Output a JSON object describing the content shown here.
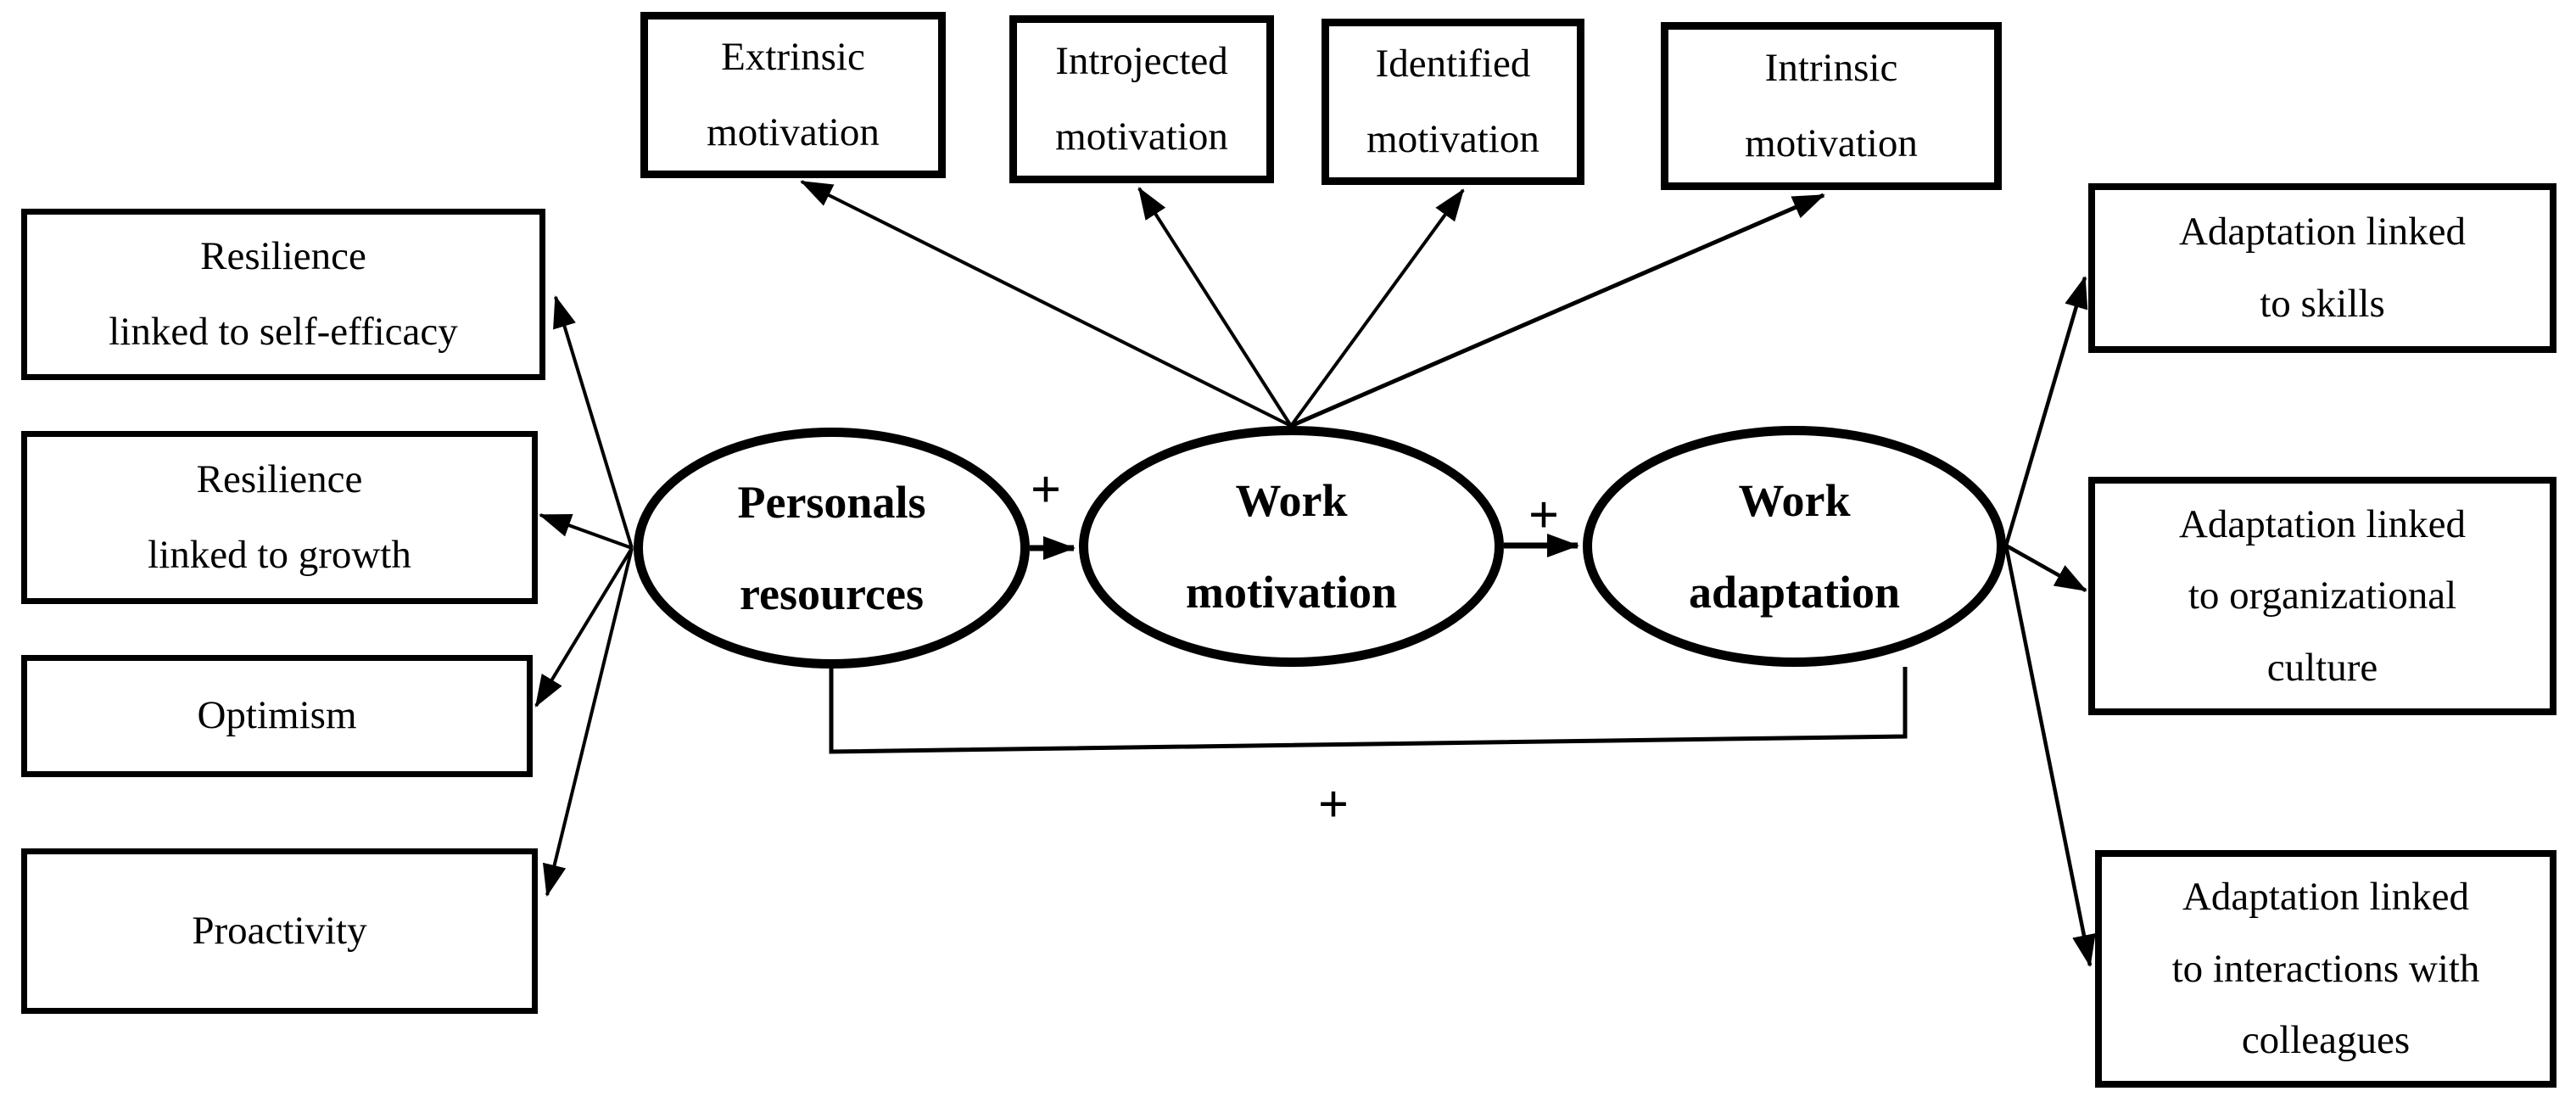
{
  "diagram": {
    "colors": {
      "stroke": "#000000",
      "background": "#ffffff"
    },
    "top_indicators": [
      {
        "id": "extrinsic-motivation",
        "label": "Extrinsic\nmotivation"
      },
      {
        "id": "introjected-motivation",
        "label": "Introjected\nmotivation"
      },
      {
        "id": "identified-motivation",
        "label": "Identified\nmotivation"
      },
      {
        "id": "intrinsic-motivation",
        "label": "Intrinsic\nmotivation"
      }
    ],
    "left_indicators": [
      {
        "id": "resilience-self-efficacy",
        "label": "Resilience\nlinked to self-efficacy"
      },
      {
        "id": "resilience-growth",
        "label": "Resilience\nlinked to growth"
      },
      {
        "id": "optimism",
        "label": "Optimism"
      },
      {
        "id": "proactivity",
        "label": "Proactivity"
      }
    ],
    "latent_variables": [
      {
        "id": "personal-resources",
        "label": "Personals\nresources"
      },
      {
        "id": "work-motivation",
        "label": "Work\nmotivation"
      },
      {
        "id": "work-adaptation",
        "label": "Work\nadaptation"
      }
    ],
    "right_indicators": [
      {
        "id": "adaptation-skills",
        "label": "Adaptation linked\nto skills"
      },
      {
        "id": "adaptation-organizational-culture",
        "label": "Adaptation linked\nto organizational\nculture"
      },
      {
        "id": "adaptation-colleagues",
        "label": "Adaptation linked\nto interactions with\ncolleagues"
      }
    ],
    "path_labels": {
      "personal_to_motivation": "+",
      "motivation_to_adaptation": "+",
      "personal_to_adaptation": "+"
    }
  }
}
